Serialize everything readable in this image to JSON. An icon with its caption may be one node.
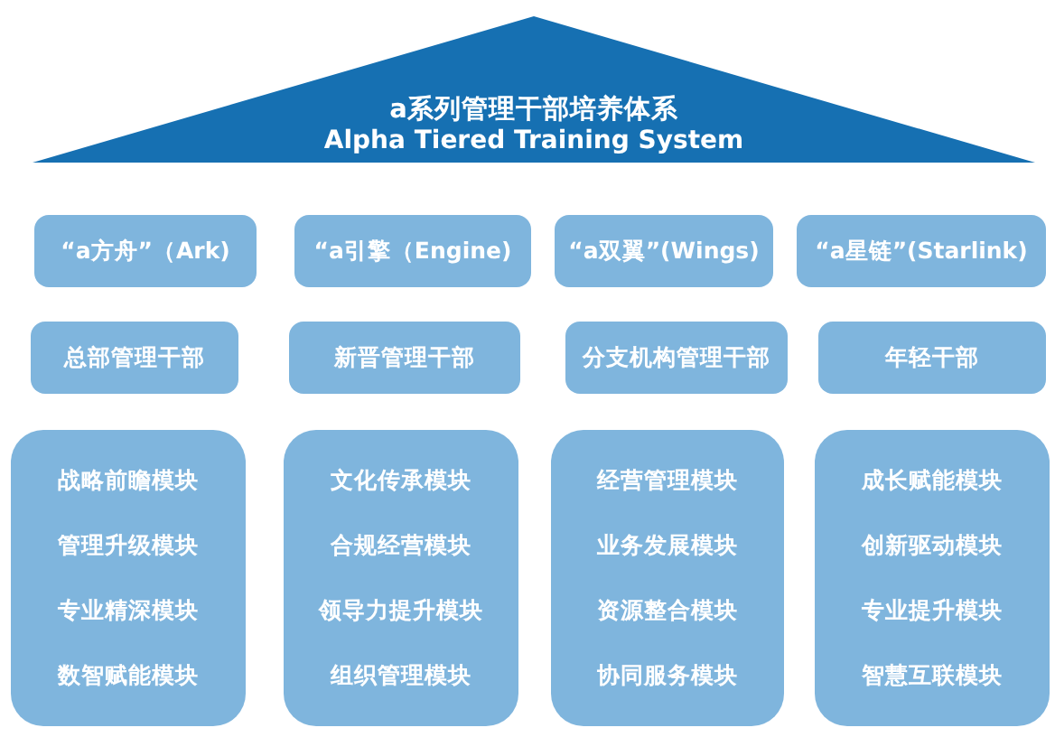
{
  "diagram": {
    "nodes": [
      {
        "text": [
          "a系列管理干部培养体系",
          "Alpha Tiered Training System"
        ]
      },
      {
        "text": [
          "“a方舟”（Ark)"
        ]
      },
      {
        "text": [
          "“a引擎（Engine)"
        ]
      },
      {
        "text": [
          "“a双翼”(Wings)"
        ]
      },
      {
        "text": [
          "“a星链”(Starlink)"
        ]
      },
      {
        "text": [
          "总部管理干部"
        ]
      },
      {
        "text": [
          "新晋管理干部"
        ]
      },
      {
        "text": [
          "分支机构管理干部"
        ]
      },
      {
        "text": [
          "年轻干部"
        ]
      },
      {
        "text": [
          "战略前瞻模块",
          "管理升级模块",
          "专业精深模块",
          "数智赋能模块"
        ]
      },
      {
        "text": [
          "文化传承模块",
          "合规经营模块",
          "领导力提升模块",
          "组织管理模块"
        ]
      },
      {
        "text": [
          "经营管理模块",
          "业务发展模块",
          "资源整合模块",
          "协同服务模块"
        ]
      },
      {
        "text": [
          "成长赋能模块",
          "创新驱动模块",
          "专业提升模块",
          "智慧互联模块"
        ]
      }
    ]
  }
}
